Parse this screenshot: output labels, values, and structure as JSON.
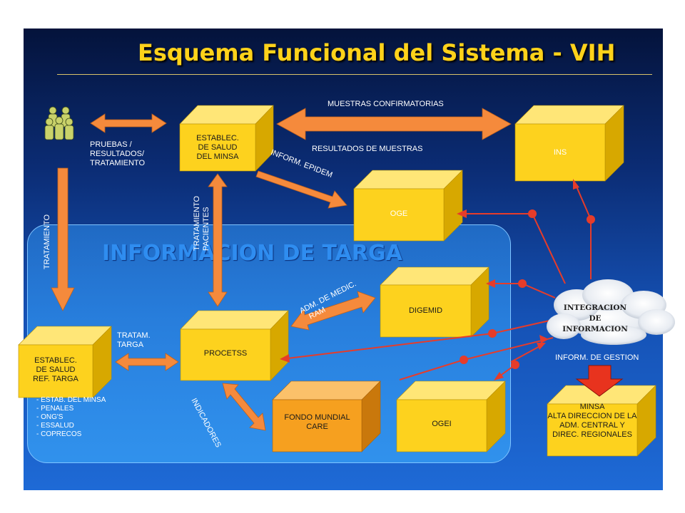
{
  "title": "Esquema Funcional del  Sistema - VIH",
  "region_title": "INFORMACION DE TARGA",
  "colors": {
    "box_front": "#fdd21e",
    "box_top": "#ffe677",
    "box_side": "#d7a800",
    "fondo_front": "#f6a01f",
    "fondo_side": "#c9780c",
    "fondo_top": "#fbc16a",
    "arrow_orange": "#f58a3c",
    "connector_red": "#e63c2a",
    "down_arrow_red": "#e8331e"
  },
  "nodes": {
    "establec_minsa": [
      "ESTABLEC.",
      "DE SALUD",
      "DEL MINSA"
    ],
    "ins": [
      "INS"
    ],
    "oge": [
      "OGE"
    ],
    "digemid": [
      "DIGEMID"
    ],
    "procetss": [
      "PROCETSS"
    ],
    "establec_targa": [
      "ESTABLEC.",
      "DE SALUD",
      "REF. TARGA"
    ],
    "fondo": [
      "FONDO MUNDIAL",
      "CARE"
    ],
    "ogei": [
      "OGEI"
    ],
    "minsa": [
      "MINSA",
      "ALTA DIRECCION  DE LA",
      "ADM. CENTRAL  Y",
      "DIREC. REGIONALES"
    ],
    "integracion": [
      "INTEGRACION",
      "DE",
      "INFORMACION"
    ]
  },
  "labels": {
    "muestras": "MUESTRAS  CONFIRMATORIAS",
    "resultados_muestras": "RESULTADOS DE MUESTRAS",
    "pruebas": [
      "PRUEBAS /",
      "RESULTADOS/",
      "TRATAMIENTO"
    ],
    "inform_epidem": "INFORM.  EPIDEM",
    "tratamiento_left": "TRATAMIENTO",
    "tratamiento_pacientes": [
      "TRATAMIENTO",
      "PACIENTES"
    ],
    "adm_medic": [
      "ADM. DE MEDIC.",
      "RAM"
    ],
    "tratam_targa": [
      "TRATAM.",
      "TARGA"
    ],
    "indicadores": "INDICADORES",
    "inform_gestion": "INFORM.  DE GESTION",
    "sources": [
      "- ESTAB. DEL MINSA",
      "- PENALES",
      "- ONG'S",
      "- ESSALUD",
      "- COPRECOS"
    ]
  }
}
